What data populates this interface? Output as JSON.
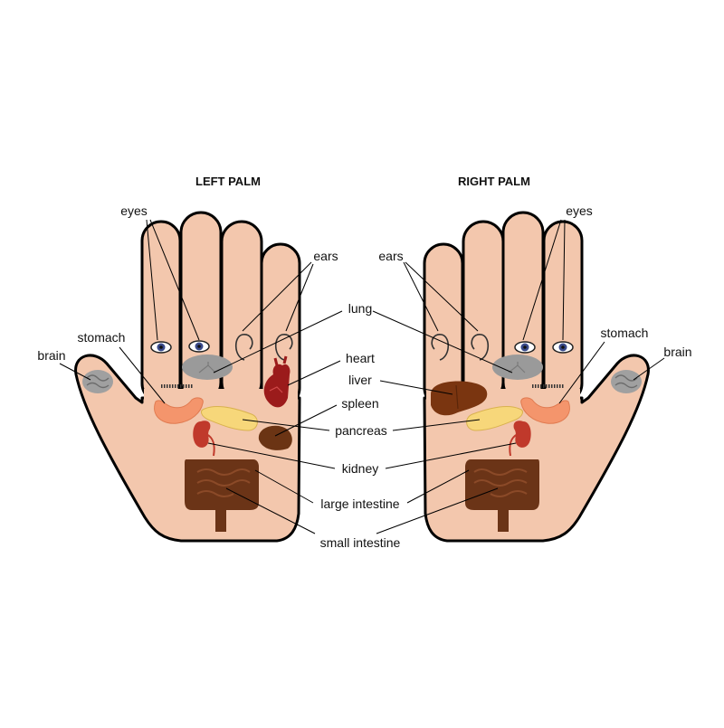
{
  "titles": {
    "left": "LEFT PALM",
    "right": "RIGHT PALM"
  },
  "labels": {
    "eyes": "eyes",
    "ears": "ears",
    "lung": "lung",
    "stomach": "stomach",
    "brain": "brain",
    "heart": "heart",
    "liver": "liver",
    "spleen": "spleen",
    "pancreas": "pancreas",
    "kidney": "kidney",
    "large_intestine": "large intestine",
    "small_intestine": "small intestine"
  },
  "colors": {
    "skin": "#f3c7ad",
    "outline": "#000000",
    "lung": "#9a9a9a",
    "heart": "#9b1b1b",
    "liver": "#7a3510",
    "spleen": "#6b3414",
    "stomach": "#f4956c",
    "pancreas": "#f7d77a",
    "kidney": "#c0392b",
    "intestine": "#6b3417",
    "brain": "#a0a0a0",
    "iris": "#3a4a8a"
  }
}
